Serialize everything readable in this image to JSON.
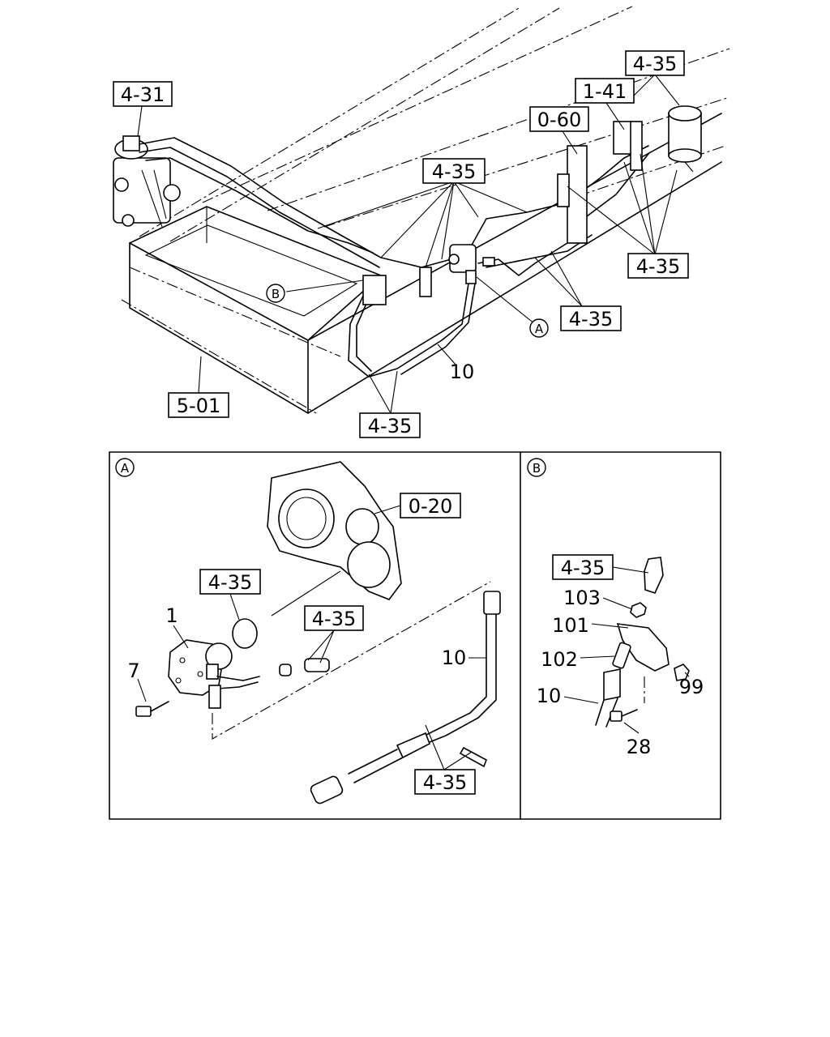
{
  "main_view": {
    "callouts": [
      "4-31",
      "4-35",
      "1-41",
      "0-60",
      "4-35",
      "4-35",
      "4-35",
      "5-01",
      "4-35"
    ],
    "plain_labels": [
      "10"
    ],
    "circle_markers": [
      "B",
      "A"
    ]
  },
  "detail_a": {
    "marker": "A",
    "callouts": [
      "0-20",
      "4-35",
      "4-35",
      "4-35"
    ],
    "plain_labels": [
      "1",
      "7",
      "10"
    ]
  },
  "detail_b": {
    "marker": "B",
    "callouts": [
      "4-35"
    ],
    "plain_labels": [
      "103",
      "101",
      "102",
      "10",
      "99",
      "28"
    ]
  }
}
